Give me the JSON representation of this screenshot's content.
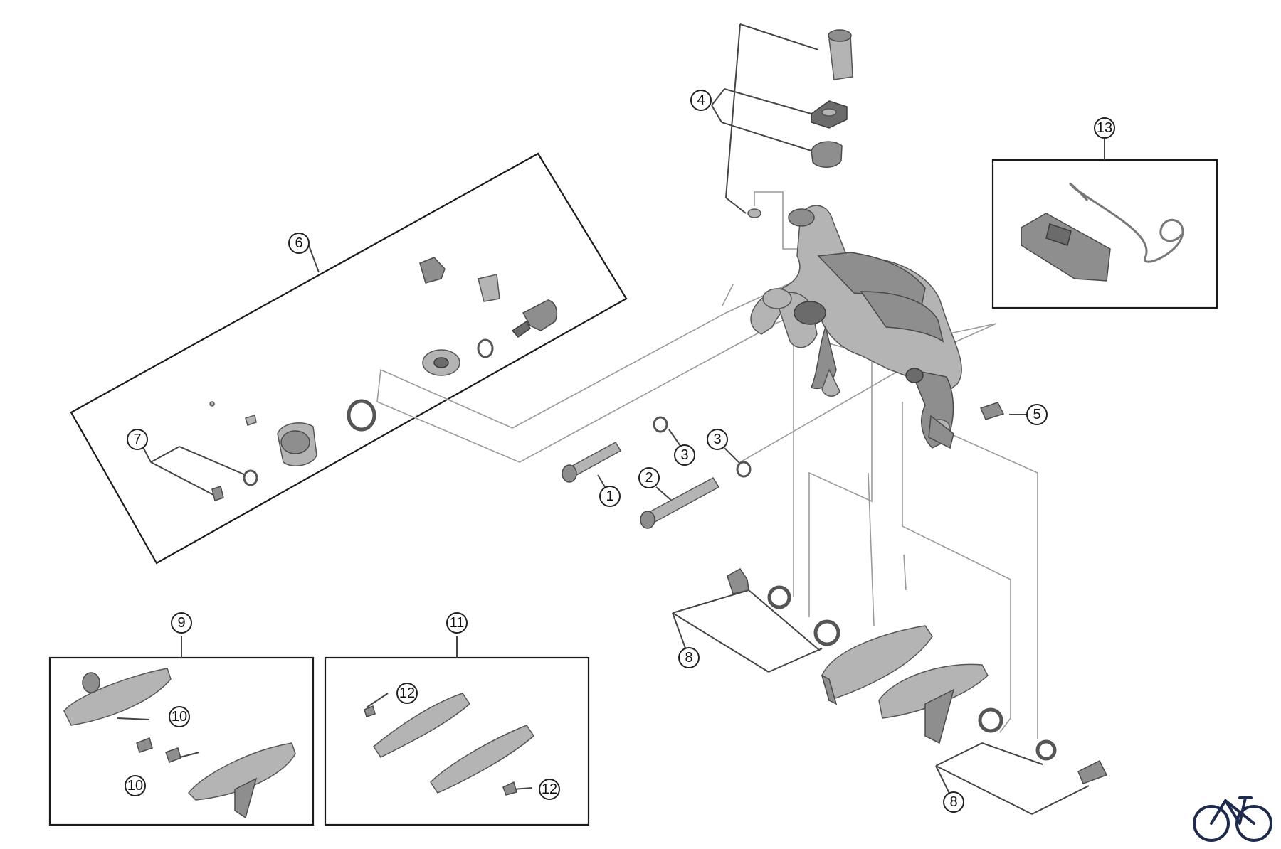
{
  "callouts": [
    {
      "id": "1",
      "label": "1"
    },
    {
      "id": "2",
      "label": "2"
    },
    {
      "id": "3a",
      "label": "3"
    },
    {
      "id": "3b",
      "label": "3"
    },
    {
      "id": "4",
      "label": "4"
    },
    {
      "id": "5",
      "label": "5"
    },
    {
      "id": "6",
      "label": "6"
    },
    {
      "id": "7",
      "label": "7"
    },
    {
      "id": "8a",
      "label": "8"
    },
    {
      "id": "8b",
      "label": "8"
    },
    {
      "id": "9",
      "label": "9"
    },
    {
      "id": "10a",
      "label": "10"
    },
    {
      "id": "10b",
      "label": "10"
    },
    {
      "id": "11",
      "label": "11"
    },
    {
      "id": "12a",
      "label": "12"
    },
    {
      "id": "12b",
      "label": "12"
    },
    {
      "id": "13",
      "label": "13"
    }
  ],
  "logo": {
    "icon": "bicycle-icon",
    "color": "#1f2a4d"
  },
  "colors": {
    "part": "#8e8e8e",
    "outline": "#1a1a1a",
    "guide": "#9a9a9a"
  }
}
